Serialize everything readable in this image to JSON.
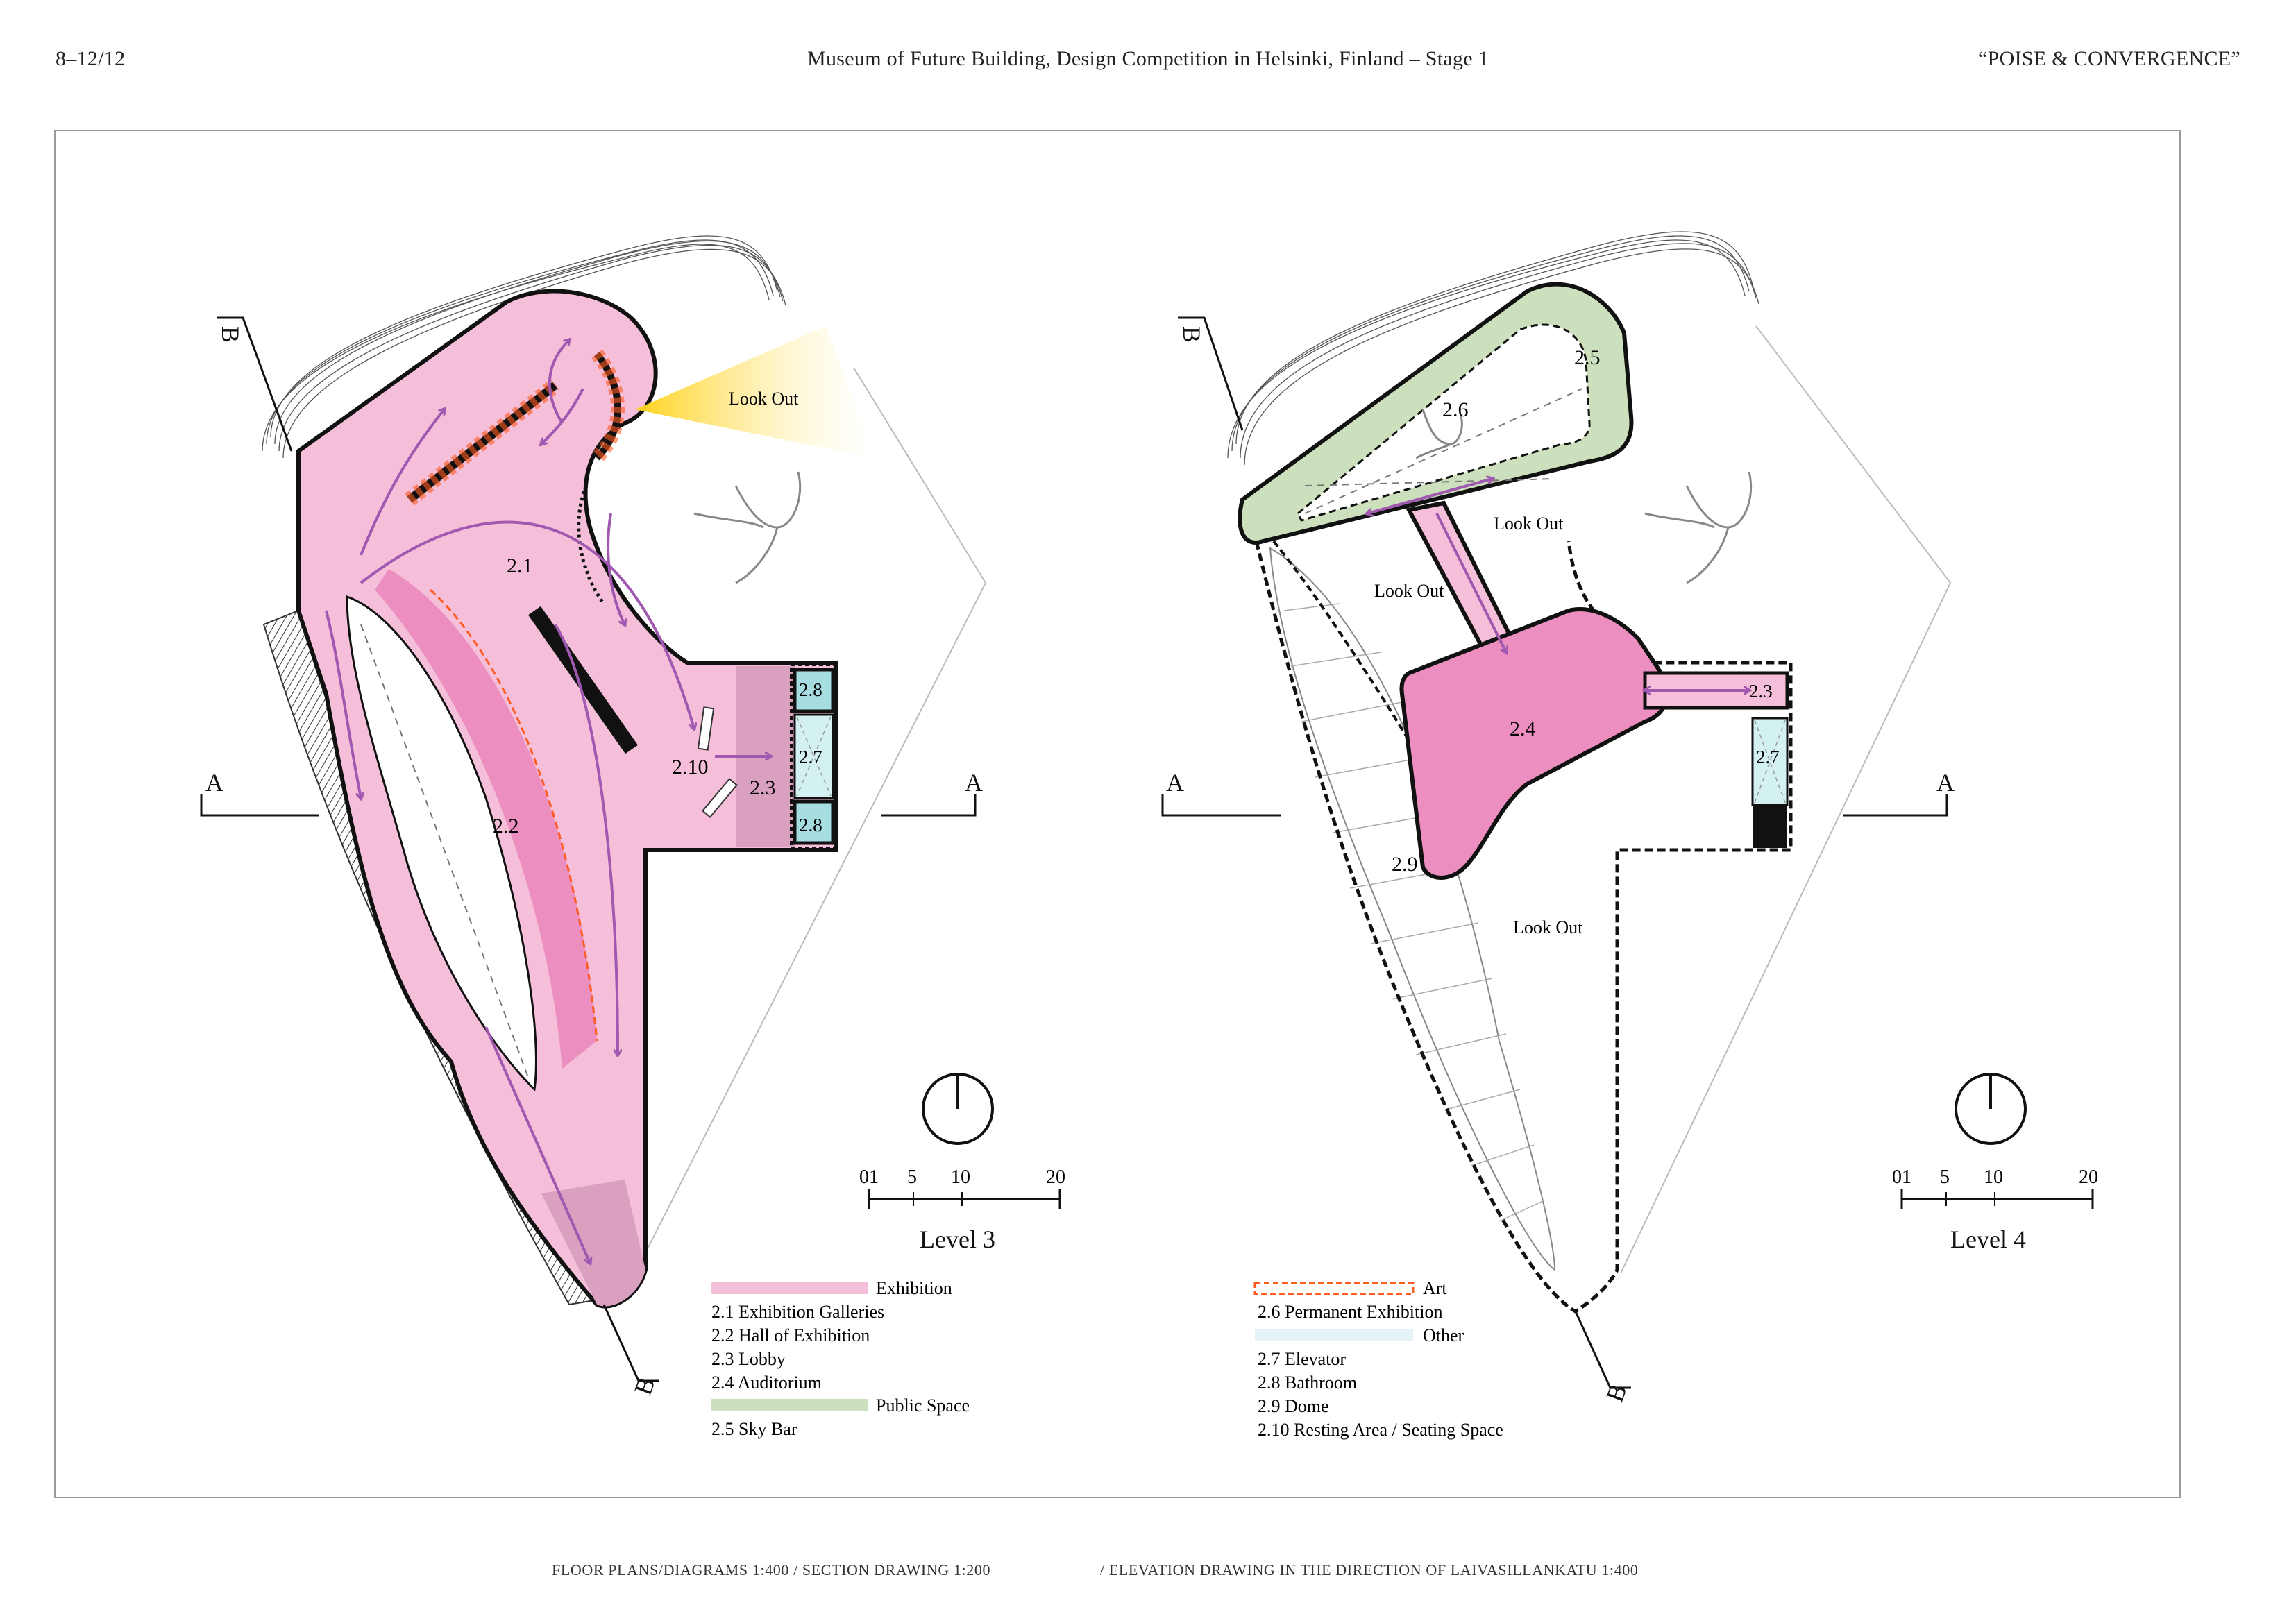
{
  "header": {
    "sheet_number": "8–12/12",
    "title": "Museum of Future Building, Design Competition in Helsinki, Finland – Stage 1",
    "project_name": "“POISE & CONVERGENCE”"
  },
  "footer": {
    "scales_left": "FLOOR PLANS/DIAGRAMS 1:400 / SECTION DRAWING 1:200",
    "scales_right": "/ ELEVATION DRAWING IN THE DIRECTION OF LAIVASILLANKATU 1:400"
  },
  "colors": {
    "exhibition": "#f6bfd9",
    "hall": "#ec8fc0",
    "lobby": "#d9a0c0",
    "public_space": "#cde0bd",
    "other": "#a6dde0",
    "art": "#ff5a1f",
    "circulation": "#a058b0",
    "lookout_glow": "#ffd21a"
  },
  "section_markers": {
    "a": "A",
    "b": "B"
  },
  "level3": {
    "title": "Level 3",
    "labels": {
      "galleries": "2.1",
      "hall": "2.2",
      "lobby": "2.3",
      "resting": "2.10",
      "elevator": "2.7",
      "bath_top": "2.8",
      "bath_bottom": "2.8",
      "look_out": "Look Out"
    },
    "scale": [
      "01",
      "5",
      "10",
      "20"
    ]
  },
  "level4": {
    "title": "Level 4",
    "labels": {
      "sky_bar": "2.5",
      "permanent": "2.6",
      "auditorium": "2.4",
      "lobby": "2.3",
      "elevator": "2.7",
      "dome": "2.9",
      "look_out_left": "Look Out",
      "look_out_right": "Look Out",
      "look_out_bottom": "Look Out"
    },
    "scale": [
      "01",
      "5",
      "10",
      "20"
    ]
  },
  "legend_left": {
    "exhibition": "Exhibition",
    "items1": [
      "2.1 Exhibition Galleries",
      "2.2 Hall of Exhibition",
      "2.3 Lobby",
      "2.4 Auditorium"
    ],
    "public_space": "Public Space",
    "items2": [
      "2.5 Sky Bar"
    ]
  },
  "legend_right": {
    "art": "Art",
    "items1": [
      "2.6 Permanent Exhibition"
    ],
    "other": "Other",
    "items2": [
      "2.7 Elevator",
      "2.8 Bathroom",
      "2.9 Dome",
      "2.10 Resting Area / Seating Space"
    ]
  }
}
